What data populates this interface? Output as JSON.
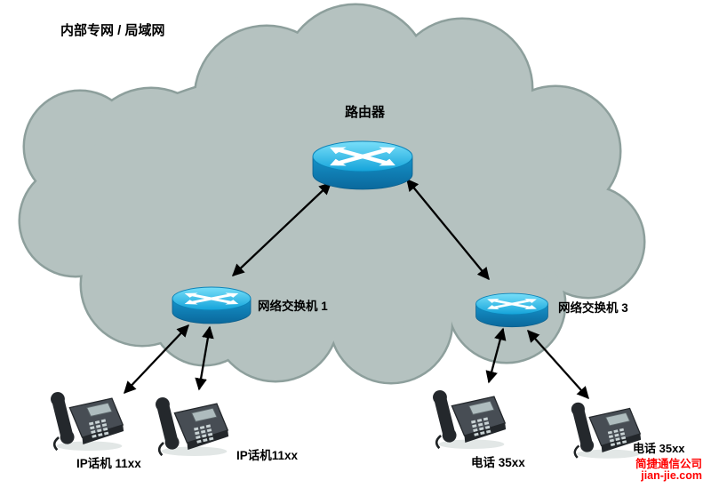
{
  "diagram": {
    "cloud_label": "内部专网 / 局域网",
    "nodes": {
      "router": {
        "label": "路由器",
        "icon": "router-icon"
      },
      "switch1": {
        "label": "网络交换机 1",
        "icon": "switch-icon"
      },
      "switch2": {
        "label": "网络交换机 3",
        "icon": "switch-icon"
      },
      "phone1": {
        "label": "IP话机 11xx",
        "icon": "ip-phone-icon"
      },
      "phone2": {
        "label": "IP话机11xx",
        "icon": "ip-phone-icon"
      },
      "phone3": {
        "label": "电话 35xx",
        "icon": "ip-phone-icon"
      },
      "phone4": {
        "label": "电话 35xx",
        "icon": "ip-phone-icon"
      }
    },
    "links": [
      {
        "from": "router",
        "to": "switch1",
        "style": "double-arrow"
      },
      {
        "from": "router",
        "to": "switch2",
        "style": "double-arrow"
      },
      {
        "from": "switch1",
        "to": "phone1",
        "style": "double-arrow"
      },
      {
        "from": "switch1",
        "to": "phone2",
        "style": "double-arrow"
      },
      {
        "from": "switch2",
        "to": "phone3",
        "style": "double-arrow"
      },
      {
        "from": "switch2",
        "to": "phone4",
        "style": "double-arrow"
      }
    ],
    "watermark": {
      "company": "简捷通信公司",
      "site": "jian-jie.com"
    },
    "colors": {
      "background": "#ffffff",
      "cloud_fill": "#b5c2c0",
      "cloud_edge": "#8d9f9c",
      "device_top": "#29b2e4",
      "device_body": "#0f7fb4",
      "arrow": "#000000",
      "watermark_red": "#ff0000"
    }
  }
}
